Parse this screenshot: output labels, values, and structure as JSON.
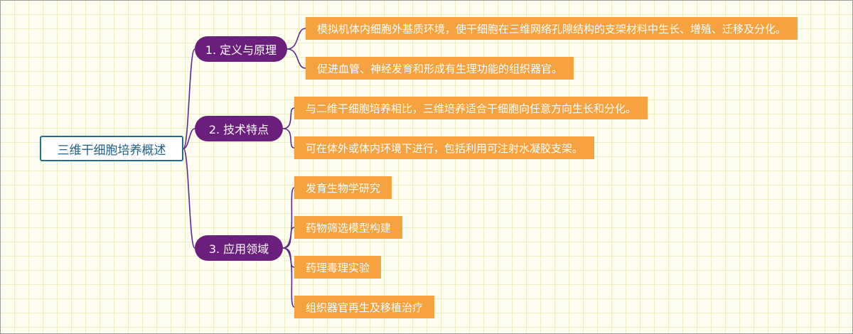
{
  "mindmap": {
    "root": "三维干细胞培养概述",
    "branches": [
      {
        "label": "1. 定义与原理",
        "items": [
          "模拟机体内细胞外基质环境，使干细胞在三维网络孔隙结构的支架材料中生长、增殖、迁移及分化。",
          "促进血管、神经发育和形成有生理功能的组织器官。"
        ]
      },
      {
        "label": "2. 技术特点",
        "items": [
          "与二维干细胞培养相比，三维培养适合干细胞向任意方向生长和分化。",
          "可在体外或体内环境下进行，包括利用可注射水凝胶支架。"
        ]
      },
      {
        "label": "3. 应用领域",
        "items": [
          "发育生物学研究",
          "药物筛选模型构建",
          "药理毒理实验",
          "组织器官再生及移植治疗"
        ]
      }
    ]
  },
  "colors": {
    "root_border": "#1f6f8b",
    "branch_fill": "#6a1f7c",
    "leaf_fill": "#f6a240",
    "connector": "#5b2a8c",
    "background": "#fdfdf0"
  }
}
